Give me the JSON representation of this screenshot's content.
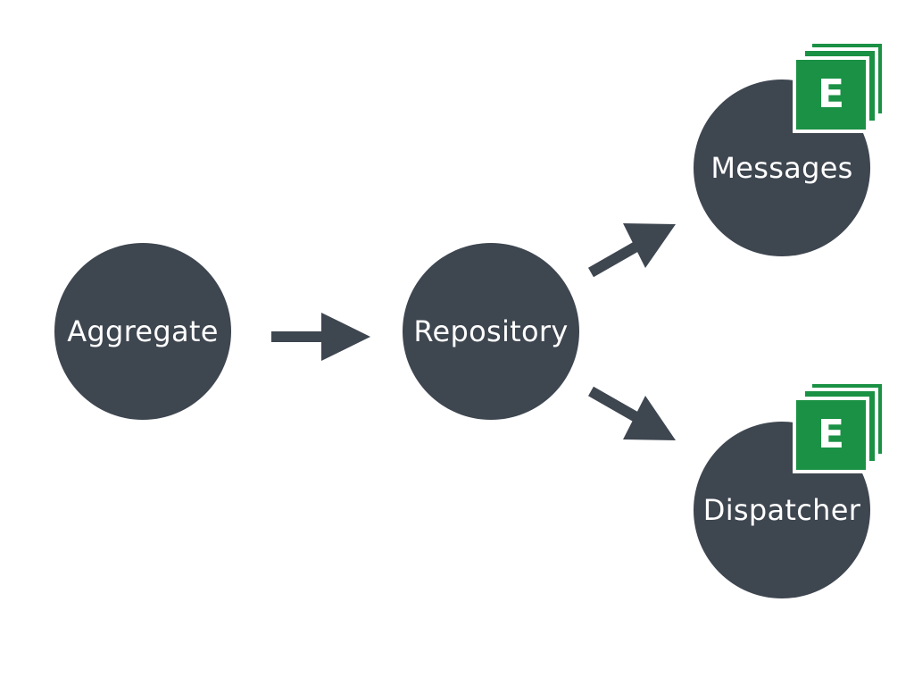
{
  "colors": {
    "node_fill": "#3e4650",
    "arrow": "#3e4650",
    "badge_green": "#1a9144",
    "background": "#ffffff"
  },
  "nodes": {
    "aggregate": {
      "label": "Aggregate"
    },
    "repository": {
      "label": "Repository"
    },
    "messages": {
      "label": "Messages",
      "badge_letter": "E"
    },
    "dispatcher": {
      "label": "Dispatcher",
      "badge_letter": "E"
    }
  },
  "edges": [
    {
      "from": "Aggregate",
      "to": "Repository"
    },
    {
      "from": "Repository",
      "to": "Messages"
    },
    {
      "from": "Repository",
      "to": "Dispatcher"
    }
  ]
}
